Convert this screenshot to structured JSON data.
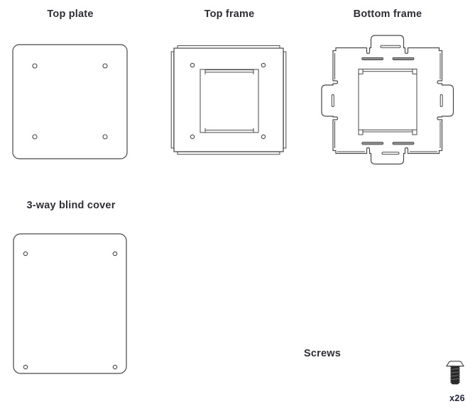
{
  "diagram": {
    "parts": [
      {
        "id": "top-plate",
        "label": "Top plate",
        "holes": 4
      },
      {
        "id": "top-frame",
        "label": "Top frame",
        "holes": 4
      },
      {
        "id": "bottom-frame",
        "label": "Bottom frame"
      },
      {
        "id": "blind-cover",
        "label": "3-way blind cover",
        "holes": 4
      },
      {
        "id": "screws",
        "label": "Screws",
        "count": "x26"
      }
    ],
    "colors": {
      "line": "#474747",
      "label_text": "#2e2e36",
      "count_text": "#232440",
      "screw_body": "#2a2a2a",
      "slot_fill": "#8f8f8f",
      "background": "#ffffff"
    }
  }
}
